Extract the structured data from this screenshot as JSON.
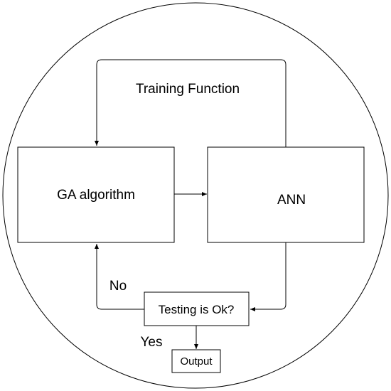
{
  "diagram": {
    "nodes": {
      "ga": {
        "label": "GA algorithm"
      },
      "ann": {
        "label": "ANN"
      },
      "testing": {
        "label": "Testing is Ok?"
      },
      "output": {
        "label": "Output"
      }
    },
    "edges": {
      "training_function": {
        "label": "Training Function"
      },
      "no": {
        "label": "No"
      },
      "yes": {
        "label": "Yes"
      }
    }
  },
  "colors": {
    "stroke": "#000000",
    "background": "#ffffff"
  }
}
